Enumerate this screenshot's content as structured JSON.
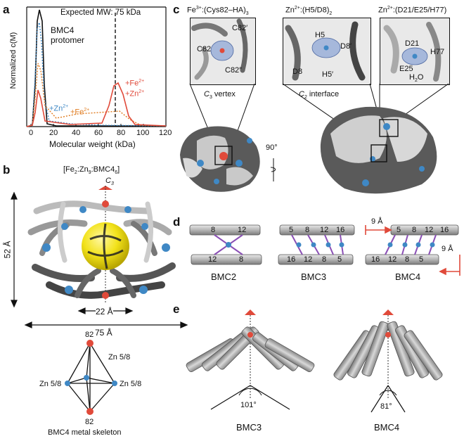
{
  "panels": {
    "a": "a",
    "b": "b",
    "c": "c",
    "d": "d",
    "e": "e"
  },
  "a": {
    "ylabel": "Normalized c(M)",
    "xlabel": "Molecular weight (kDa)",
    "expected": "Expected MW: 75 kDa",
    "bmc4": "BMC4",
    "protomer": "protomer",
    "zn_label": "+Zn",
    "zn_sup": "2+",
    "fe_label": "+Fe",
    "fe_sup": "2+",
    "fezn_fe": "+Fe",
    "fezn_zn": "+Zn",
    "fezn_sup": "2+",
    "xticks": [
      "0",
      "20",
      "40",
      "60",
      "80",
      "100",
      "120"
    ]
  },
  "b": {
    "complex_main": "[Fe",
    "complex_s1": "2",
    "complex_mid": ":Zn",
    "complex_s2": "9",
    "complex_end": ":BMC4",
    "complex_s3": "6",
    "complex_close": "]",
    "c3": "C",
    "c3sub": "3",
    "dim52": "52 Å",
    "dim22": "22 Å",
    "dim75": "75 Å",
    "node82top": "82",
    "node82bot": "82",
    "zn58a": "Zn 5/8",
    "zn58b": "Zn 5/8",
    "zn58c": "Zn 5/8",
    "skeleton": "BMC4 metal skeleton"
  },
  "c": {
    "fe_title": "Fe",
    "fe_sup": "3+",
    "fe_rest": ":(Cys82–HA)",
    "fe_sub": "3",
    "zn1_title": "Zn",
    "zn1_sup": "2+",
    "zn1_rest": ":(H5/D8)",
    "zn1_sub": "2",
    "zn2_title": "Zn",
    "zn2_sup": "2+",
    "zn2_rest": ":(D21/E25/H77)",
    "c82p": "C82′",
    "c82": "C82",
    "c82pp": "C82″",
    "c3v": "C",
    "c3vsub": "3",
    "c3vrest": " vertex",
    "h5": "H5",
    "d8p": "D8′",
    "d8": "D8",
    "h5p": "H5′",
    "c2": "C",
    "c2sub": "2",
    "c2rest": " interface",
    "d21": "D21",
    "h77": "H77",
    "e25": "E25",
    "h2o": "H",
    "h2osub": "2",
    "h2oo": "O",
    "rot": "90°"
  },
  "d": {
    "bmc2": "BMC2",
    "bmc3": "BMC3",
    "bmc4": "BMC4",
    "b2top": [
      "8",
      "12"
    ],
    "b2bot": [
      "12",
      "8"
    ],
    "b3top": [
      "5",
      "8",
      "12",
      "16"
    ],
    "b3bot": [
      "16",
      "12",
      "8",
      "5"
    ],
    "b4top": [
      "5",
      "8",
      "12",
      "16"
    ],
    "b4bot": [
      "16",
      "12",
      "8",
      "5"
    ],
    "ang1": "9 Å",
    "ang2": "9 Å"
  },
  "e": {
    "bmc3": "BMC3",
    "bmc4": "BMC4",
    "a3": "101°",
    "a4": "81°"
  },
  "colors": {
    "zn": "#3f88c5",
    "fe": "#e04a3a",
    "orange": "#e07b1f",
    "black": "#111111"
  }
}
